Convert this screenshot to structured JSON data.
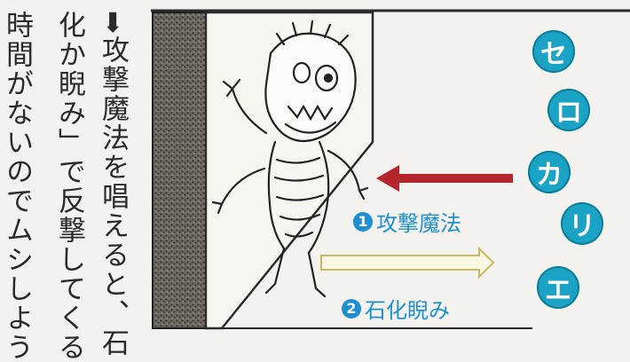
{
  "vertical_text": {
    "col1": "時間がないのでムシしよう",
    "col2": "化か睨み」で反撃してくる",
    "col3": "➡攻撃魔法を唱えると、石"
  },
  "character_name": {
    "kana": [
      "セ",
      "ロ",
      "カ",
      "リ",
      "エ"
    ]
  },
  "steps": [
    {
      "number": "1",
      "text": "攻撃魔法"
    },
    {
      "number": "2",
      "text": "石化睨み"
    }
  ],
  "colors": {
    "circle_fill": "#1aa3c4",
    "label_blue": "#1e8fd0",
    "attack_arrow": "#b5262c",
    "counter_arrow": "#d9cc7a"
  }
}
